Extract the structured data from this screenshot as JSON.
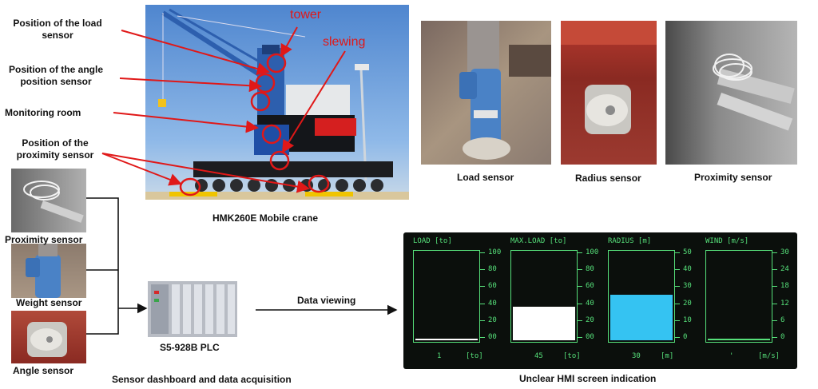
{
  "labels": {
    "load_sensor_pos": "Position of the load sensor",
    "angle_sensor_pos": "Position of the angle position sensor",
    "monitoring_room": "Monitoring room",
    "proximity_sensor_pos": "Position of the proximity sensor",
    "tower": "tower",
    "slewing": "slewing",
    "crane_caption": "HMK260E Mobile crane",
    "load_sensor": "Load sensor",
    "radius_sensor": "Radius sensor",
    "proximity_sensor": "Proximity sensor",
    "proximity_sensor_small": "Proximity sensor",
    "weight_sensor": "Weight sensor",
    "angle_sensor": "Angle sensor",
    "plc": "S5-928B PLC",
    "data_viewing": "Data viewing",
    "dashboard_caption": "Sensor dashboard  and data acquisition",
    "hmi_caption": "Unclear HMI screen indication"
  },
  "hmi": {
    "panels": [
      {
        "title": "LOAD  [to]",
        "ticks": [
          "100",
          "80",
          "60",
          "40",
          "20",
          "00"
        ],
        "value": 0,
        "max": 100,
        "readout": "1",
        "unit": "[to]",
        "fill": "#ffffff"
      },
      {
        "title": "MAX.LOAD  [to]",
        "ticks": [
          "100",
          "80",
          "60",
          "40",
          "20",
          "00"
        ],
        "value": 38,
        "max": 100,
        "readout": "45",
        "unit": "[to]",
        "fill": "#ffffff"
      },
      {
        "title": "RADIUS  [m]",
        "ticks": [
          "50",
          "40",
          "30",
          "20",
          "10",
          "0"
        ],
        "value": 26,
        "max": 50,
        "readout": "30",
        "unit": "[m]",
        "fill": "#35c3f2"
      },
      {
        "title": "WIND  [m/s]",
        "ticks": [
          "30",
          "24",
          "18",
          "12",
          "6",
          "0"
        ],
        "value": 0.4,
        "max": 30,
        "readout": "'",
        "unit": "[m/s]",
        "fill": "#56e07a"
      }
    ]
  },
  "colors": {
    "accent_red": "#e01818",
    "hmi_green": "#56e07a"
  }
}
